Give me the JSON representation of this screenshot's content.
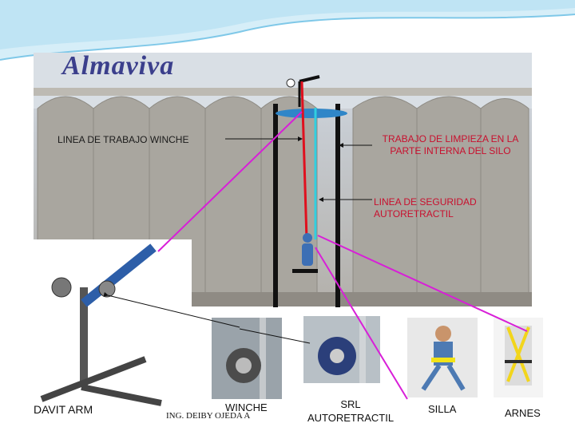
{
  "brand": {
    "logo_text": "Almaviva"
  },
  "annotations": {
    "winch_line": "LINEA DE TRABAJO WINCHE",
    "cleaning": "TRABAJO DE LIMPIEZA EN LA PARTE INTERNA DEL SILO",
    "safety_line": "LINEA DE SEGURIDAD AUTORETRACTIL"
  },
  "captions": {
    "davit": "DAVIT ARM",
    "winche": "WINCHE",
    "author": "ING. DEIBY OJEDA A",
    "srl": "SRL AUTORETRACTIL",
    "silla": "SILLA",
    "arnes": "ARNES"
  },
  "colors": {
    "red_line": "#e0101e",
    "cyan_line": "#31cfe0",
    "magenta": "#d81fd8",
    "navy": "#2b2f7a"
  }
}
